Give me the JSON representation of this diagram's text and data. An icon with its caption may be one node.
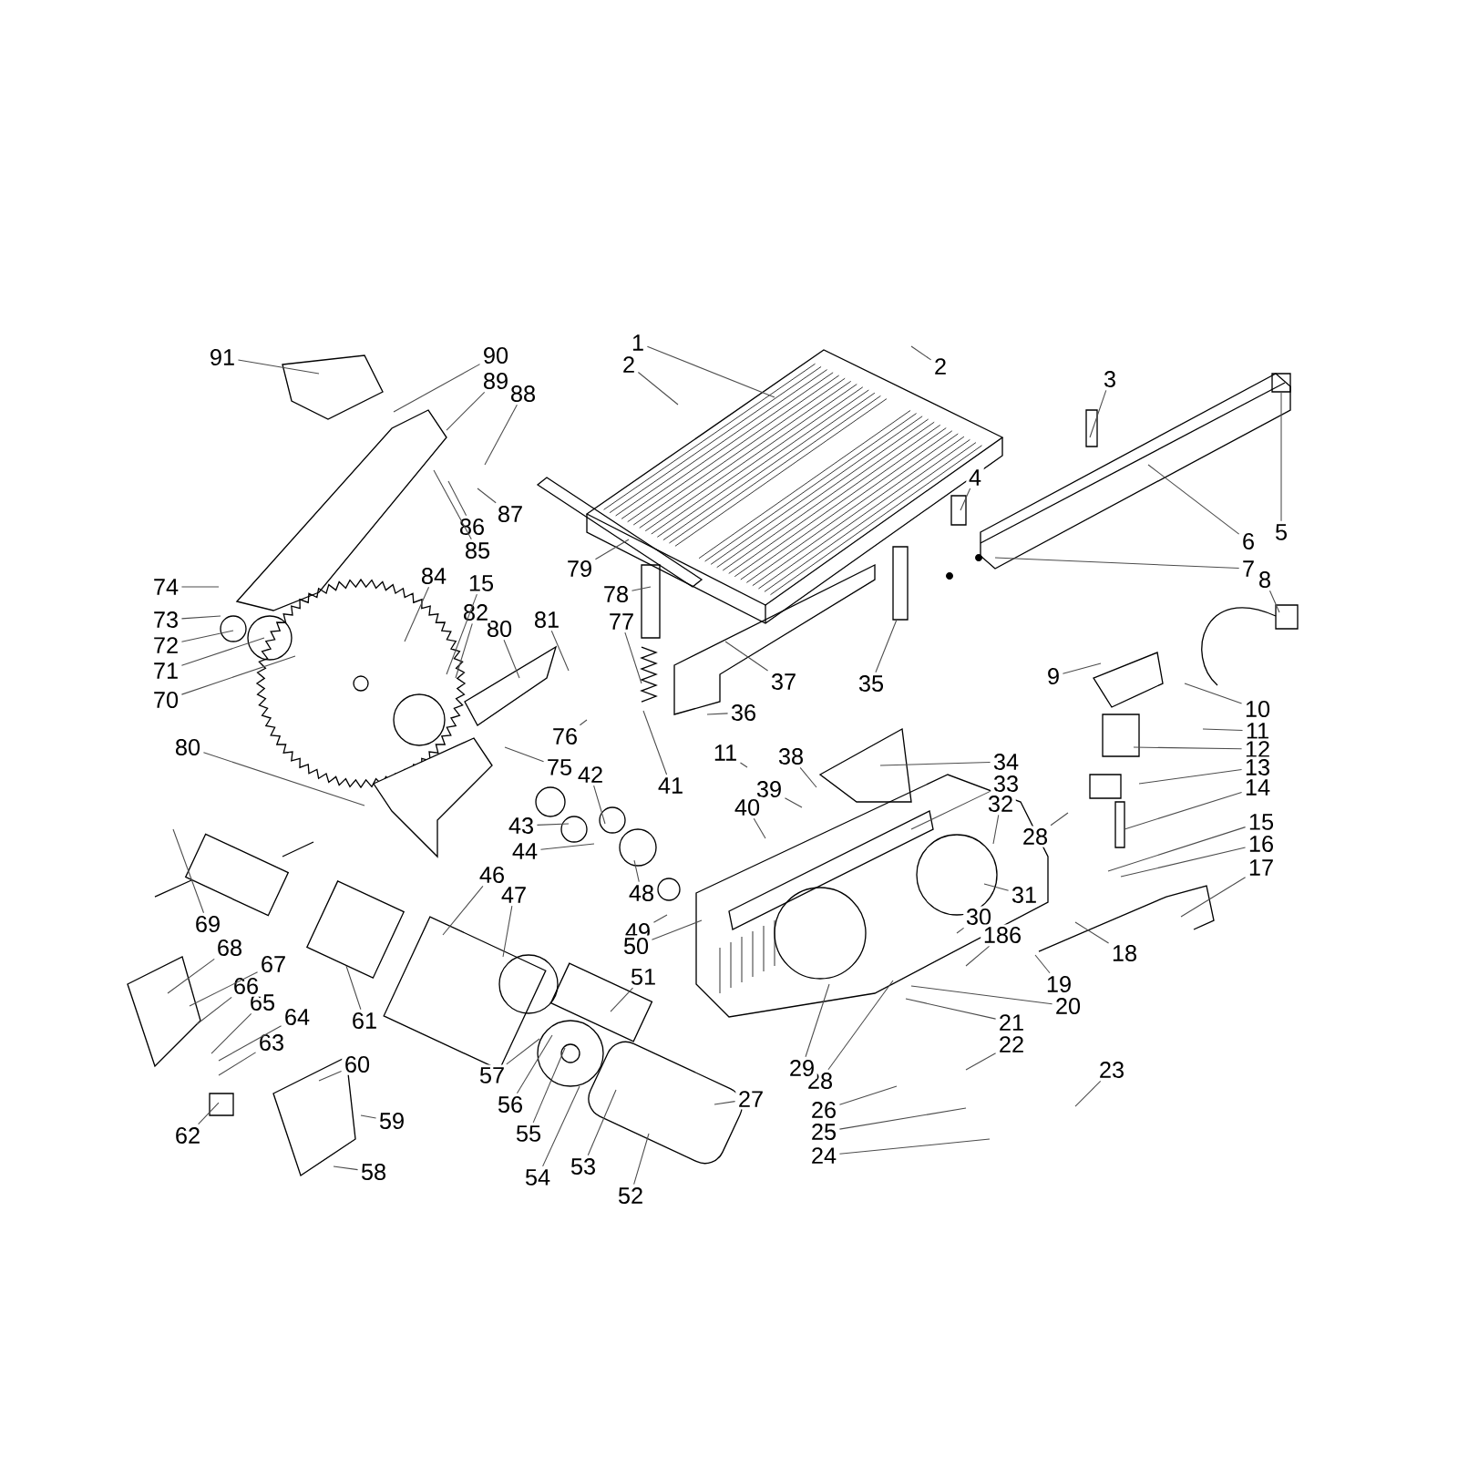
{
  "diagram": {
    "nodes": [
      {
        "text": [
          "1"
        ]
      },
      {
        "text": [
          "2"
        ]
      },
      {
        "text": [
          "2"
        ]
      },
      {
        "text": [
          "3"
        ]
      },
      {
        "text": [
          "4"
        ]
      },
      {
        "text": [
          "5"
        ]
      },
      {
        "text": [
          "6"
        ]
      },
      {
        "text": [
          "7"
        ]
      },
      {
        "text": [
          "8"
        ]
      },
      {
        "text": [
          "9"
        ]
      },
      {
        "text": [
          "10"
        ]
      },
      {
        "text": [
          "11"
        ]
      },
      {
        "text": [
          "12"
        ]
      },
      {
        "text": [
          "13"
        ]
      },
      {
        "text": [
          "14"
        ]
      },
      {
        "text": [
          "15"
        ]
      },
      {
        "text": [
          "16"
        ]
      },
      {
        "text": [
          "17"
        ]
      },
      {
        "text": [
          "18"
        ]
      },
      {
        "text": [
          "19"
        ]
      },
      {
        "text": [
          "20"
        ]
      },
      {
        "text": [
          "21"
        ]
      },
      {
        "text": [
          "22"
        ]
      },
      {
        "text": [
          "23"
        ]
      },
      {
        "text": [
          "24"
        ]
      },
      {
        "text": [
          "25"
        ]
      },
      {
        "text": [
          "26"
        ]
      },
      {
        "text": [
          "27"
        ]
      },
      {
        "text": [
          "28"
        ]
      },
      {
        "text": [
          "28"
        ]
      },
      {
        "text": [
          "29"
        ]
      },
      {
        "text": [
          "30"
        ]
      },
      {
        "text": [
          "31"
        ]
      },
      {
        "text": [
          "32"
        ]
      },
      {
        "text": [
          "33"
        ]
      },
      {
        "text": [
          "34"
        ]
      },
      {
        "text": [
          "35"
        ]
      },
      {
        "text": [
          "36"
        ]
      },
      {
        "text": [
          "37"
        ]
      },
      {
        "text": [
          "11"
        ]
      },
      {
        "text": [
          "38"
        ]
      },
      {
        "text": [
          "39"
        ]
      },
      {
        "text": [
          "40"
        ]
      },
      {
        "text": [
          "41"
        ]
      },
      {
        "text": [
          "42"
        ]
      },
      {
        "text": [
          "43"
        ]
      },
      {
        "text": [
          "44"
        ]
      },
      {
        "text": [
          "46"
        ]
      },
      {
        "text": [
          "47"
        ]
      },
      {
        "text": [
          "48"
        ]
      },
      {
        "text": [
          "49"
        ]
      },
      {
        "text": [
          "50"
        ]
      },
      {
        "text": [
          "51"
        ]
      },
      {
        "text": [
          "52"
        ]
      },
      {
        "text": [
          "53"
        ]
      },
      {
        "text": [
          "54"
        ]
      },
      {
        "text": [
          "55"
        ]
      },
      {
        "text": [
          "56"
        ]
      },
      {
        "text": [
          "57"
        ]
      },
      {
        "text": [
          "58"
        ]
      },
      {
        "text": [
          "59"
        ]
      },
      {
        "text": [
          "60"
        ]
      },
      {
        "text": [
          "61"
        ]
      },
      {
        "text": [
          "62"
        ]
      },
      {
        "text": [
          "63"
        ]
      },
      {
        "text": [
          "64"
        ]
      },
      {
        "text": [
          "65"
        ]
      },
      {
        "text": [
          "66"
        ]
      },
      {
        "text": [
          "67"
        ]
      },
      {
        "text": [
          "68"
        ]
      },
      {
        "text": [
          "69"
        ]
      },
      {
        "text": [
          "70"
        ]
      },
      {
        "text": [
          "71"
        ]
      },
      {
        "text": [
          "72"
        ]
      },
      {
        "text": [
          "73"
        ]
      },
      {
        "text": [
          "74"
        ]
      },
      {
        "text": [
          "75"
        ]
      },
      {
        "text": [
          "76"
        ]
      },
      {
        "text": [
          "77"
        ]
      },
      {
        "text": [
          "78"
        ]
      },
      {
        "text": [
          "79"
        ]
      },
      {
        "text": [
          "80"
        ]
      },
      {
        "text": [
          "80"
        ]
      },
      {
        "text": [
          "81"
        ]
      },
      {
        "text": [
          "82"
        ]
      },
      {
        "text": [
          "15"
        ]
      },
      {
        "text": [
          "84"
        ]
      },
      {
        "text": [
          "85"
        ]
      },
      {
        "text": [
          "86"
        ]
      },
      {
        "text": [
          "87"
        ]
      },
      {
        "text": [
          "88"
        ]
      },
      {
        "text": [
          "89"
        ]
      },
      {
        "text": [
          "90"
        ]
      },
      {
        "text": [
          "91"
        ]
      },
      {
        "text": [
          "186"
        ]
      }
    ],
    "edges": [
      {
        "from": 0,
        "to": null,
        "arrow": "none"
      },
      {
        "from": 1,
        "to": null,
        "arrow": "none"
      },
      {
        "from": 2,
        "to": null,
        "arrow": "none"
      },
      {
        "from": 3,
        "to": null,
        "arrow": "none"
      },
      {
        "from": 4,
        "to": null,
        "arrow": "none"
      },
      {
        "from": 5,
        "to": null,
        "arrow": "none"
      },
      {
        "from": 6,
        "to": null,
        "arrow": "none"
      },
      {
        "from": 7,
        "to": null,
        "arrow": "none"
      },
      {
        "from": 8,
        "to": null,
        "arrow": "none"
      },
      {
        "from": 9,
        "to": null,
        "arrow": "none"
      },
      {
        "from": 10,
        "to": null,
        "arrow": "none"
      },
      {
        "from": 11,
        "to": null,
        "arrow": "none"
      },
      {
        "from": 12,
        "to": null,
        "arrow": "none"
      },
      {
        "from": 13,
        "to": null,
        "arrow": "none"
      },
      {
        "from": 14,
        "to": null,
        "arrow": "none"
      },
      {
        "from": 15,
        "to": null,
        "arrow": "none"
      },
      {
        "from": 16,
        "to": null,
        "arrow": "none"
      },
      {
        "from": 17,
        "to": null,
        "arrow": "none"
      },
      {
        "from": 18,
        "to": null,
        "arrow": "none"
      },
      {
        "from": 19,
        "to": null,
        "arrow": "none"
      },
      {
        "from": 20,
        "to": null,
        "arrow": "none"
      },
      {
        "from": 21,
        "to": null,
        "arrow": "none"
      },
      {
        "from": 22,
        "to": null,
        "arrow": "none"
      },
      {
        "from": 23,
        "to": null,
        "arrow": "none"
      },
      {
        "from": 24,
        "to": null,
        "arrow": "none"
      },
      {
        "from": 25,
        "to": null,
        "arrow": "none"
      },
      {
        "from": 26,
        "to": null,
        "arrow": "none"
      },
      {
        "from": 27,
        "to": null,
        "arrow": "none"
      },
      {
        "from": 28,
        "to": null,
        "arrow": "none"
      },
      {
        "from": 29,
        "to": null,
        "arrow": "none"
      },
      {
        "from": 30,
        "to": null,
        "arrow": "none"
      },
      {
        "from": 31,
        "to": null,
        "arrow": "none"
      },
      {
        "from": 32,
        "to": null,
        "arrow": "none"
      },
      {
        "from": 33,
        "to": null,
        "arrow": "none"
      },
      {
        "from": 34,
        "to": null,
        "arrow": "none"
      },
      {
        "from": 35,
        "to": null,
        "arrow": "none"
      },
      {
        "from": 36,
        "to": null,
        "arrow": "none"
      },
      {
        "from": 37,
        "to": null,
        "arrow": "none"
      },
      {
        "from": 38,
        "to": null,
        "arrow": "none"
      },
      {
        "from": 39,
        "to": null,
        "arrow": "none"
      },
      {
        "from": 40,
        "to": null,
        "arrow": "none"
      },
      {
        "from": 41,
        "to": null,
        "arrow": "none"
      },
      {
        "from": 42,
        "to": null,
        "arrow": "none"
      },
      {
        "from": 43,
        "to": null,
        "arrow": "none"
      },
      {
        "from": 44,
        "to": null,
        "arrow": "none"
      },
      {
        "from": 45,
        "to": null,
        "arrow": "none"
      },
      {
        "from": 46,
        "to": null,
        "arrow": "none"
      },
      {
        "from": 47,
        "to": null,
        "arrow": "none"
      },
      {
        "from": 48,
        "to": null,
        "arrow": "none"
      },
      {
        "from": 49,
        "to": null,
        "arrow": "none"
      },
      {
        "from": 50,
        "to": null,
        "arrow": "none"
      },
      {
        "from": 51,
        "to": null,
        "arrow": "none"
      },
      {
        "from": 52,
        "to": null,
        "arrow": "none"
      },
      {
        "from": 53,
        "to": null,
        "arrow": "none"
      },
      {
        "from": 54,
        "to": null,
        "arrow": "none"
      },
      {
        "from": 55,
        "to": null,
        "arrow": "none"
      },
      {
        "from": 56,
        "to": null,
        "arrow": "none"
      },
      {
        "from": 57,
        "to": null,
        "arrow": "none"
      },
      {
        "from": 58,
        "to": null,
        "arrow": "none"
      },
      {
        "from": 59,
        "to": null,
        "arrow": "none"
      },
      {
        "from": 60,
        "to": null,
        "arrow": "none"
      },
      {
        "from": 61,
        "to": null,
        "arrow": "none"
      },
      {
        "from": 62,
        "to": null,
        "arrow": "none"
      },
      {
        "from": 63,
        "to": null,
        "arrow": "none"
      },
      {
        "from": 64,
        "to": null,
        "arrow": "none"
      },
      {
        "from": 65,
        "to": null,
        "arrow": "none"
      },
      {
        "from": 66,
        "to": null,
        "arrow": "none"
      },
      {
        "from": 67,
        "to": null,
        "arrow": "none"
      },
      {
        "from": 68,
        "to": null,
        "arrow": "none"
      },
      {
        "from": 69,
        "to": null,
        "arrow": "none"
      },
      {
        "from": 70,
        "to": null,
        "arrow": "none"
      },
      {
        "from": 71,
        "to": null,
        "arrow": "none"
      },
      {
        "from": 72,
        "to": null,
        "arrow": "none"
      },
      {
        "from": 73,
        "to": null,
        "arrow": "none"
      },
      {
        "from": 74,
        "to": null,
        "arrow": "none"
      },
      {
        "from": 75,
        "to": null,
        "arrow": "none"
      },
      {
        "from": 76,
        "to": null,
        "arrow": "none"
      },
      {
        "from": 77,
        "to": null,
        "arrow": "none"
      },
      {
        "from": 78,
        "to": null,
        "arrow": "none"
      },
      {
        "from": 79,
        "to": null,
        "arrow": "none"
      },
      {
        "from": 80,
        "to": null,
        "arrow": "none"
      },
      {
        "from": 81,
        "to": null,
        "arrow": "none"
      },
      {
        "from": 82,
        "to": null,
        "arrow": "none"
      },
      {
        "from": 83,
        "to": null,
        "arrow": "none"
      },
      {
        "from": 84,
        "to": null,
        "arrow": "none"
      },
      {
        "from": 85,
        "to": null,
        "arrow": "none"
      },
      {
        "from": 86,
        "to": null,
        "arrow": "none"
      },
      {
        "from": 87,
        "to": null,
        "arrow": "none"
      },
      {
        "from": 88,
        "to": null,
        "arrow": "none"
      },
      {
        "from": 89,
        "to": null,
        "arrow": "none"
      },
      {
        "from": 90,
        "to": null,
        "arrow": "none"
      },
      {
        "from": 91,
        "to": null,
        "arrow": "none"
      },
      {
        "from": 92,
        "to": null,
        "arrow": "none"
      },
      {
        "from": 93,
        "to": null,
        "arrow": "none"
      },
      {
        "from": 94,
        "to": null,
        "arrow": "none"
      }
    ]
  }
}
